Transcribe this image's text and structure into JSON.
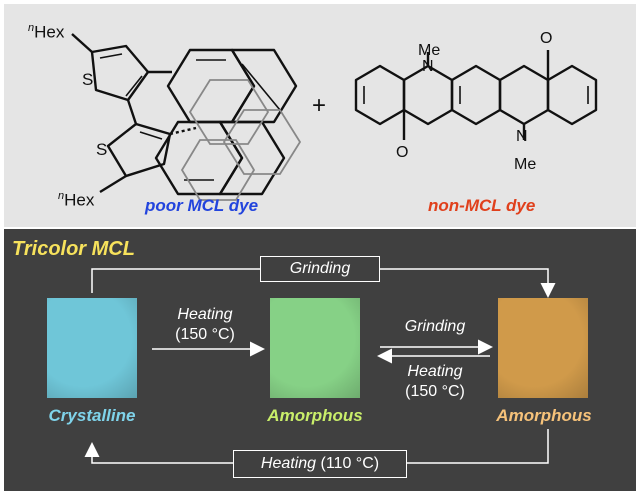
{
  "top": {
    "left_molecule": {
      "label": "poor MCL dye",
      "substituent_top": "Hex",
      "substituent_top_prefix": "n",
      "substituent_bottom": "Hex",
      "substituent_bottom_prefix": "n",
      "atom_s1": "S",
      "atom_s2": "S"
    },
    "plus": "+",
    "right_molecule": {
      "label": "non-MCL dye",
      "atom_n1": "N",
      "atom_n2": "N",
      "atom_o1": "O",
      "atom_o2": "O",
      "methyl_1": "Me",
      "methyl_2": "Me"
    }
  },
  "bottom": {
    "title": "Tricolor MCL",
    "states": [
      {
        "name": "Crystalline",
        "color": "#6fc6d8",
        "text_color": "#7fd3ea"
      },
      {
        "name": "Amorphous",
        "color": "#86d186",
        "text_color": "#c9ee6a"
      },
      {
        "name": "Amorphous",
        "color": "#d09a4a",
        "text_color": "#f6c27a"
      }
    ],
    "top_box": {
      "label": "Grinding"
    },
    "bottom_box": {
      "label": "Heating",
      "condition": "(110 °C)"
    },
    "step_1": {
      "label": "Heating",
      "condition": "(150 °C)"
    },
    "step_2_forward": {
      "label": "Grinding"
    },
    "step_2_back": {
      "label": "Heating",
      "condition": "(150 °C)"
    }
  },
  "colors": {
    "top_background": "#e5e5e5",
    "bottom_background": "#404040",
    "title_yellow": "#f7e25c",
    "label_blue": "#2244dd",
    "label_red": "#e0401c"
  }
}
